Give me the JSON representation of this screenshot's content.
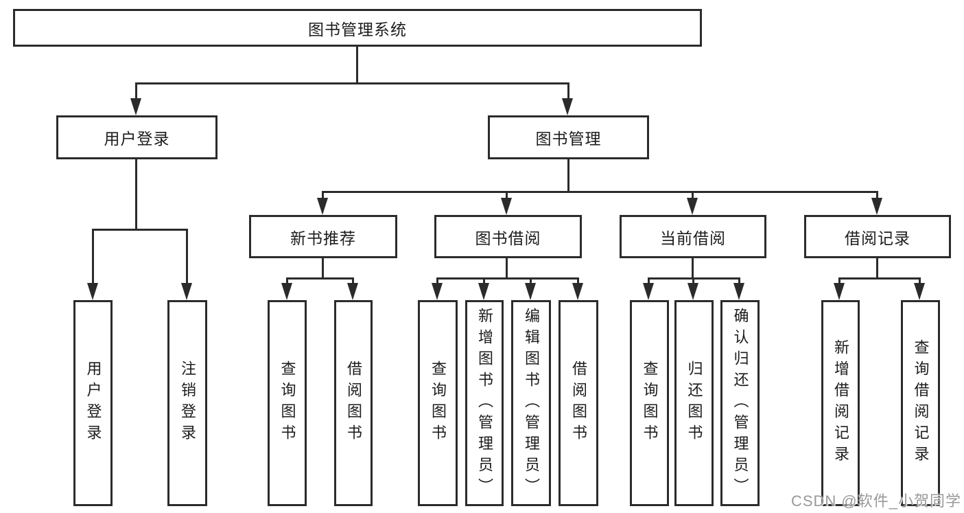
{
  "tree": {
    "root": {
      "label": "图书管理系统"
    },
    "user_login": {
      "label": "用户登录",
      "children": [
        {
          "label": "用户登录"
        },
        {
          "label": "注销登录"
        }
      ]
    },
    "book_management": {
      "label": "图书管理",
      "children": [
        {
          "label": "新书推荐",
          "children": [
            {
              "label": "查询图书"
            },
            {
              "label": "借阅图书"
            }
          ]
        },
        {
          "label": "图书借阅",
          "children": [
            {
              "label": "查询图书"
            },
            {
              "label": "新增图书（管理员）"
            },
            {
              "label": "编辑图书（管理员）"
            },
            {
              "label": "借阅图书"
            }
          ]
        },
        {
          "label": "当前借阅",
          "children": [
            {
              "label": "查询图书"
            },
            {
              "label": "归还图书"
            },
            {
              "label": "确认归还（管理员）"
            }
          ]
        },
        {
          "label": "借阅记录",
          "children": [
            {
              "label": "新增借阅记录"
            },
            {
              "label": "查询借阅记录"
            }
          ]
        }
      ]
    }
  },
  "watermark": "CSDN @软件_小贺同学",
  "colors": {
    "line": "#2b2b2b",
    "text": "#1c1c1c",
    "background": "#ffffff",
    "watermark": "#999999"
  }
}
